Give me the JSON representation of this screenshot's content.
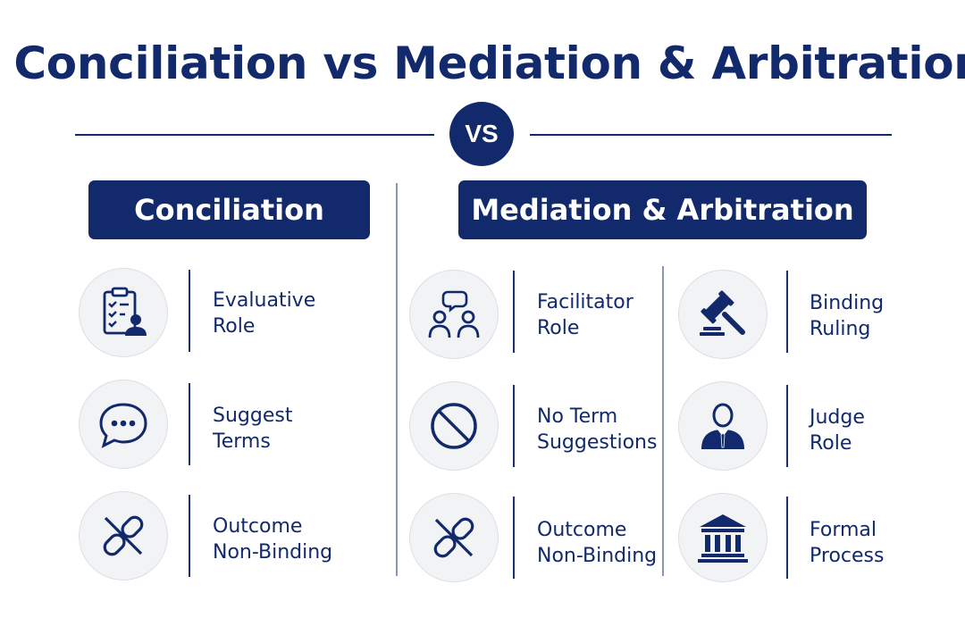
{
  "title": "Conciliation vs Mediation & Arbitration",
  "vs_label": "VS",
  "colors": {
    "navy": "#122a6b",
    "circle_bg": "#f2f3f5"
  },
  "left": {
    "header": "Conciliation",
    "items": [
      {
        "icon": "clipboard-person-icon",
        "line1": "Evaluative",
        "line2": "Role"
      },
      {
        "icon": "speech-bubble-icon",
        "line1": "Suggest",
        "line2": "Terms"
      },
      {
        "icon": "broken-link-icon",
        "line1": "Outcome",
        "line2": "Non-Binding"
      }
    ]
  },
  "right": {
    "header": "Mediation & Arbitration",
    "mediation_items": [
      {
        "icon": "people-chat-icon",
        "line1": "Facilitator",
        "line2": "Role"
      },
      {
        "icon": "prohibited-icon",
        "line1": "No Term",
        "line2": "Suggestions"
      },
      {
        "icon": "broken-link-icon",
        "line1": "Outcome",
        "line2": "Non-Binding"
      }
    ],
    "arbitration_items": [
      {
        "icon": "gavel-icon",
        "line1": "Binding",
        "line2": "Ruling"
      },
      {
        "icon": "judge-icon",
        "line1": "Judge",
        "line2": "Role"
      },
      {
        "icon": "courthouse-icon",
        "line1": "Formal",
        "line2": "Process"
      }
    ]
  }
}
